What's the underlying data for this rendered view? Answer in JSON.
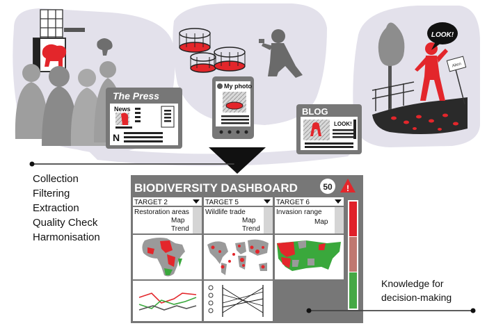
{
  "media": {
    "press_title": "The Press",
    "press_section": "News",
    "press_letter": "N",
    "photo_title": "My photo",
    "blog_title": "BLOG",
    "blog_look": "LOOK!",
    "speech_look": "LOOK!",
    "sign_text": "Alien"
  },
  "pipeline": {
    "steps": [
      "Collection",
      "Filtering",
      "Extraction",
      "Quality Check",
      "Harmonisation"
    ]
  },
  "dashboard": {
    "title": "BIODIVERSITY DASHBOARD",
    "badge_count": "50",
    "alert_symbol": "!",
    "panels": [
      {
        "target": "TARGET 2",
        "items": [
          "Restoration areas",
          "Map",
          "Trend"
        ]
      },
      {
        "target": "TARGET 5",
        "items": [
          "Wildlife trade",
          "Map",
          "Trend"
        ]
      },
      {
        "target": "TARGET 6",
        "items": [
          "Invasion range",
          "Map"
        ]
      }
    ],
    "status_colors": [
      "#e0202a",
      "#c07870",
      "#45a845"
    ]
  },
  "outcome": {
    "lines": [
      "Knowledge for",
      "decision-making"
    ]
  },
  "colors": {
    "accent_red": "#e3262b",
    "accent_green": "#3aa83c",
    "panel_gray": "#777777",
    "bubble": "#e3e1eb"
  }
}
